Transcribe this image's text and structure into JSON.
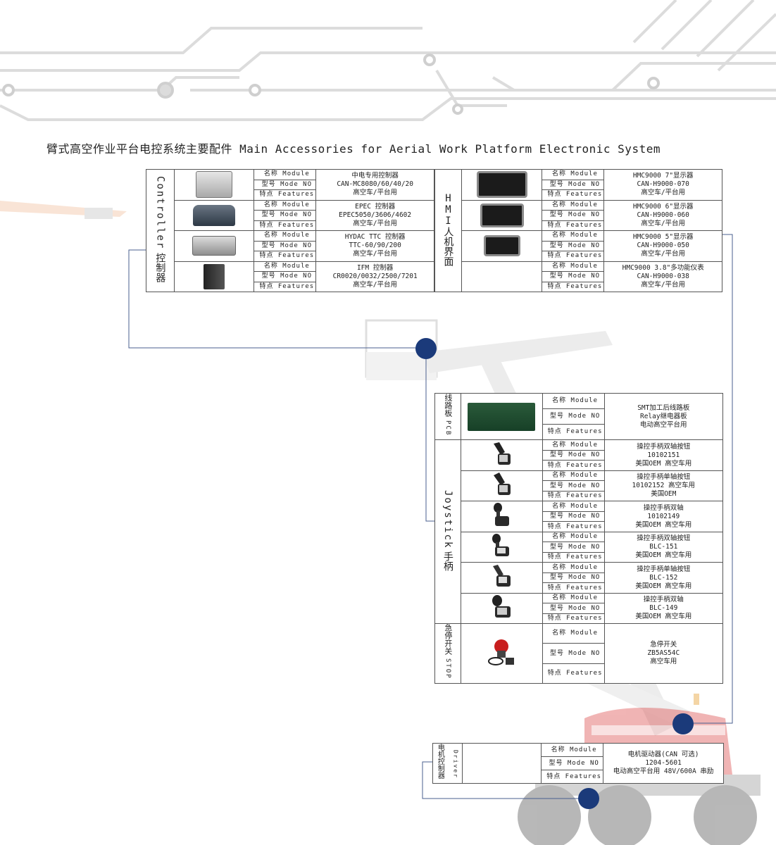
{
  "title": "臂式高空作业平台电控系统主要配件 Main Accessories for Aerial Work Platform Electronic System",
  "labels": {
    "module": "名称 Module",
    "model": "型号 Mode NO",
    "features": "特点 Features"
  },
  "categories": {
    "controller_en": "Controller",
    "controller_cn": "控制器",
    "hmi": "HMI人机界面",
    "pcb_en": "PCB",
    "pcb_cn": "线路板",
    "joystick_en": "Joystick",
    "joystick_cn": "手柄",
    "stop_en": "STOP",
    "stop_cn": "急停开关",
    "driver_en": "Driver",
    "driver_cn": "电机控制器"
  },
  "controllers": [
    {
      "icon": "controller-box-icon",
      "name": "中电专用控制器",
      "model": "CAN-MC8080/60/40/20",
      "features": "高空车/平台用"
    },
    {
      "icon": "controller-box-icon",
      "name": "EPEC 控制器",
      "model": "EPEC5050/3606/4602",
      "features": "高空车/平台用"
    },
    {
      "icon": "controller-box-icon",
      "name": "HYDAC TTC 控制器",
      "model": "TTC-60/90/200",
      "features": "高空车/平台用"
    },
    {
      "icon": "controller-box-icon",
      "name": "IFM 控制器",
      "model": "CR0020/0032/2500/7201",
      "features": "高空车/平台用"
    }
  ],
  "hmi": [
    {
      "icon": "display-screen-icon",
      "name": "HMC9000 7\"显示器",
      "model": "CAN-H9000-070",
      "features": "高空车/平台用"
    },
    {
      "icon": "display-screen-icon",
      "name": "HMC9000 6\"显示器",
      "model": "CAN-H9000-060",
      "features": "高空车/平台用"
    },
    {
      "icon": "display-screen-icon",
      "name": "HMC9000 5\"显示器",
      "model": "CAN-H9000-050",
      "features": "高空车/平台用"
    },
    {
      "icon": "",
      "name": "HMC9000 3.8\"多功能仪表",
      "model": "CAN-H9000-038",
      "features": "高空车/平台用"
    }
  ],
  "pcb": [
    {
      "icon": "circuit-board-icon",
      "name": "SMT加工后线路板",
      "model": "Relay继电器板",
      "features": "电动高空平台用"
    }
  ],
  "joysticks": [
    {
      "icon": "joystick-icon",
      "name": "操控手柄双轴按钮",
      "model": "10102151",
      "features": "美国OEM 高空车用"
    },
    {
      "icon": "joystick-icon",
      "name": "操控手柄单轴按钮",
      "model": "10102152 高空车用",
      "features": "美国OEM"
    },
    {
      "icon": "joystick-icon",
      "name": "操控手柄双轴",
      "model": "10102149",
      "features": "美国OEM 高空车用"
    },
    {
      "icon": "joystick-icon",
      "name": "操控手柄双轴按钮",
      "model": "BLC-151",
      "features": "美国OEM 高空车用"
    },
    {
      "icon": "joystick-icon",
      "name": "操控手柄单轴按钮",
      "model": "BLC-152",
      "features": "美国OEM 高空车用"
    },
    {
      "icon": "joystick-icon",
      "name": "操控手柄双轴",
      "model": "BLC-149",
      "features": "美国OEM 高空车用"
    }
  ],
  "stop": [
    {
      "icon": "emergency-stop-icon",
      "name": "急停开关",
      "model": "ZB5AS54C",
      "features": "高空车用"
    }
  ],
  "driver": [
    {
      "icon": "",
      "name": "电机驱动器(CAN 可选)",
      "model": "1204-5601",
      "features": "电动高空平台用 48V/600A 串励"
    }
  ],
  "colors": {
    "dot": "#1b3a7a",
    "connector_line": "#4a5f8f",
    "circuit": "#d9d9d9",
    "border": "#555555"
  }
}
